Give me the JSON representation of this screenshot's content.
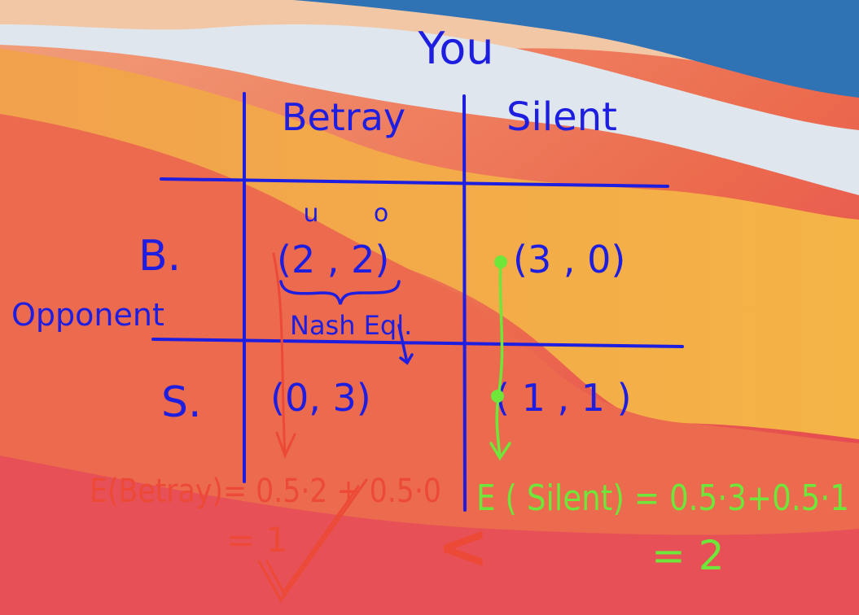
{
  "column_player": "You",
  "row_player": "Opponent",
  "columns": [
    "Betray",
    "Silent"
  ],
  "rows": [
    "B.",
    "S."
  ],
  "payoff_header": {
    "left": "u",
    "right": "o"
  },
  "cells": [
    [
      "(2 , 2)",
      "(3 , 0)"
    ],
    [
      "(0,  3)",
      "( 1 , 1 )"
    ]
  ],
  "nash_label": "Nash Eql.",
  "expected_betray": "E(Betray)= 0.5·2 + 0.5·0",
  "expected_betray_result": "= 1",
  "expected_silent": "E ( Silent) = 0.5·3+0.5·1",
  "expected_silent_result": "= 2",
  "comparison": "<",
  "colors": {
    "ink_blue": "#1e1ee0",
    "ink_red": "#ec4a36",
    "ink_green": "#6ee63a"
  }
}
